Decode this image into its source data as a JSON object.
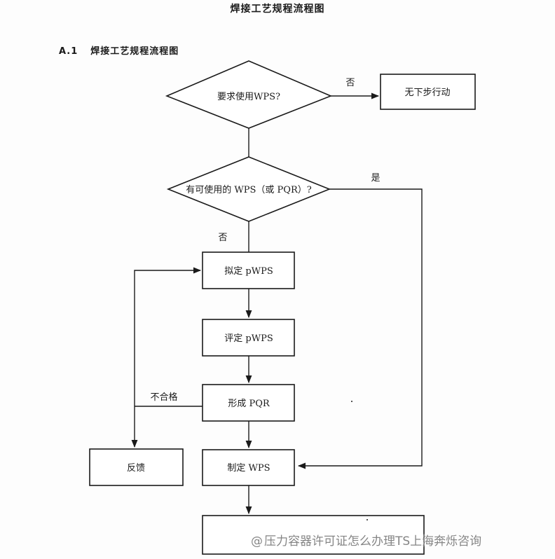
{
  "header": {
    "doc_title": "焊接工艺规程流程图",
    "section_number": "A.1",
    "section_title": "焊接工艺规程流程图"
  },
  "flowchart": {
    "nodes": {
      "decision_require_wps": "要求使用WPS?",
      "no_next_step": "无下步行动",
      "decision_available_wps": "有可使用的 WPS（或 PQR）?",
      "draft_pwps": "拟定 pWPS",
      "evaluate_pwps": "评定 pWPS",
      "form_pqr": "形成 PQR",
      "feedback": "反馈",
      "make_wps": "制定 WPS",
      "final_box": ""
    },
    "edge_labels": {
      "no_1": "否",
      "yes": "是",
      "no_2": "否",
      "unqualified": "不合格"
    }
  },
  "watermark": {
    "icon": "at-icon",
    "at_symbol": "@",
    "text": "压力容器许可证怎么办理TS上海奔烁咨询"
  }
}
